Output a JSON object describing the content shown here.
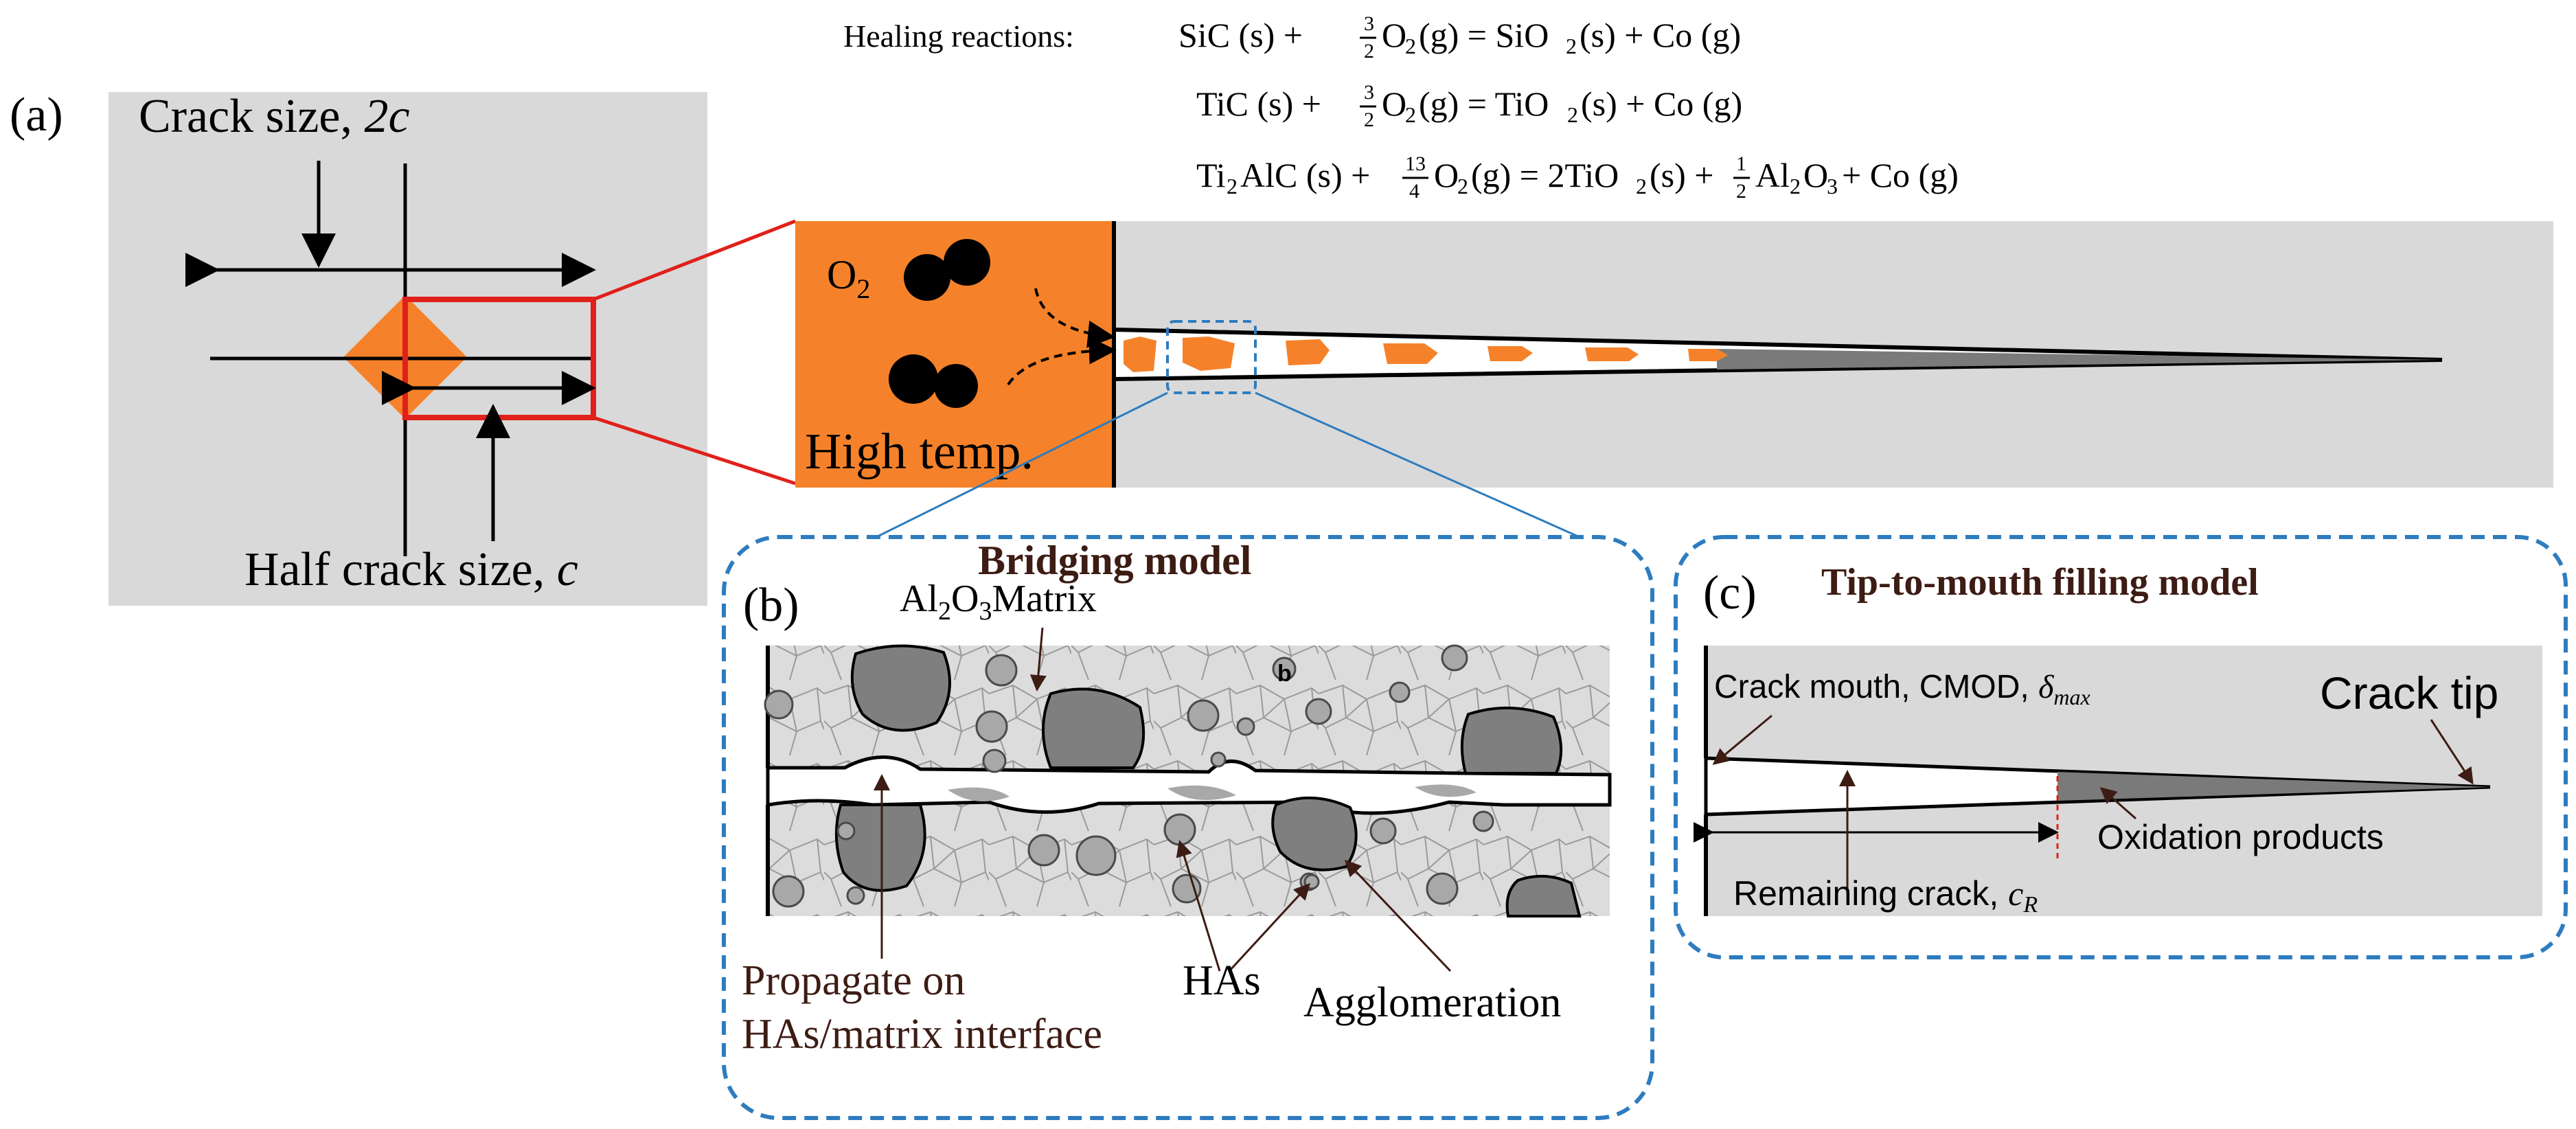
{
  "reactions": {
    "heading": "Healing reactions:",
    "r1": {
      "reactant": "SiC (s) +",
      "coef_num": "3",
      "coef_den": "2",
      "rest": "O",
      "sub1": "2",
      "rest2": "(g) = SiO",
      "sub2": "2",
      "rest3": "(s) + Co (g)"
    },
    "r2": {
      "reactant": "TiC (s) +",
      "coef_num": "3",
      "coef_den": "2",
      "rest": "O",
      "sub1": "2",
      "rest2": "(g) = TiO",
      "sub2": "2",
      "rest3": "(s) + Co (g)"
    },
    "r3": {
      "reactant_a": "Ti",
      "reactant_sub": "2",
      "reactant_b": "AlC (s) +",
      "coef_num": "13",
      "coef_den": "4",
      "rest": "O",
      "sub1": "2",
      "rest2": "(g) = 2TiO",
      "sub2": "2",
      "rest3": "(s) +",
      "coef2_num": "1",
      "coef2_den": "2",
      "rest4": "Al",
      "sub3": "2",
      "rest5": "O",
      "sub4": "3",
      "rest6": "+ Co (g)"
    }
  },
  "panel_a": {
    "label": "(a)",
    "crack_size": "Crack size, ",
    "crack_size_var": "2c",
    "half_crack": "Half crack size, ",
    "half_crack_var": "c"
  },
  "magnified": {
    "oxygen_letter": "O",
    "oxygen_sub": "2",
    "high_temp": "High temp."
  },
  "panel_b": {
    "label": "(b)",
    "title": "Bridging model",
    "matrix_a": "Al",
    "matrix_sub1": "2",
    "matrix_b": "O",
    "matrix_sub2": "3",
    "matrix_c": "Matrix",
    "b_marker": "b",
    "propagate_1": "Propagate on",
    "propagate_2": "HAs/matrix interface",
    "has": "HAs",
    "agglomeration": "Agglomeration"
  },
  "panel_c": {
    "label": "(c)",
    "title": "Tip-to-mouth filling model",
    "crack_mouth": "Crack mouth, CMOD, ",
    "delta": "δ",
    "delta_sub": "max",
    "crack_tip": "Crack tip",
    "oxidation": "Oxidation products",
    "remaining": "Remaining crack, ",
    "remaining_var": "c",
    "remaining_sub": "R"
  },
  "colors": {
    "gray_panel": "#d9d9d9",
    "orange": "#f5822a",
    "red": "#e0201a",
    "blue": "#2d7cbf",
    "dark_text": "#3d1c14",
    "dark_particle": "#7f7f7f",
    "light_particle": "#a8a8a8"
  }
}
